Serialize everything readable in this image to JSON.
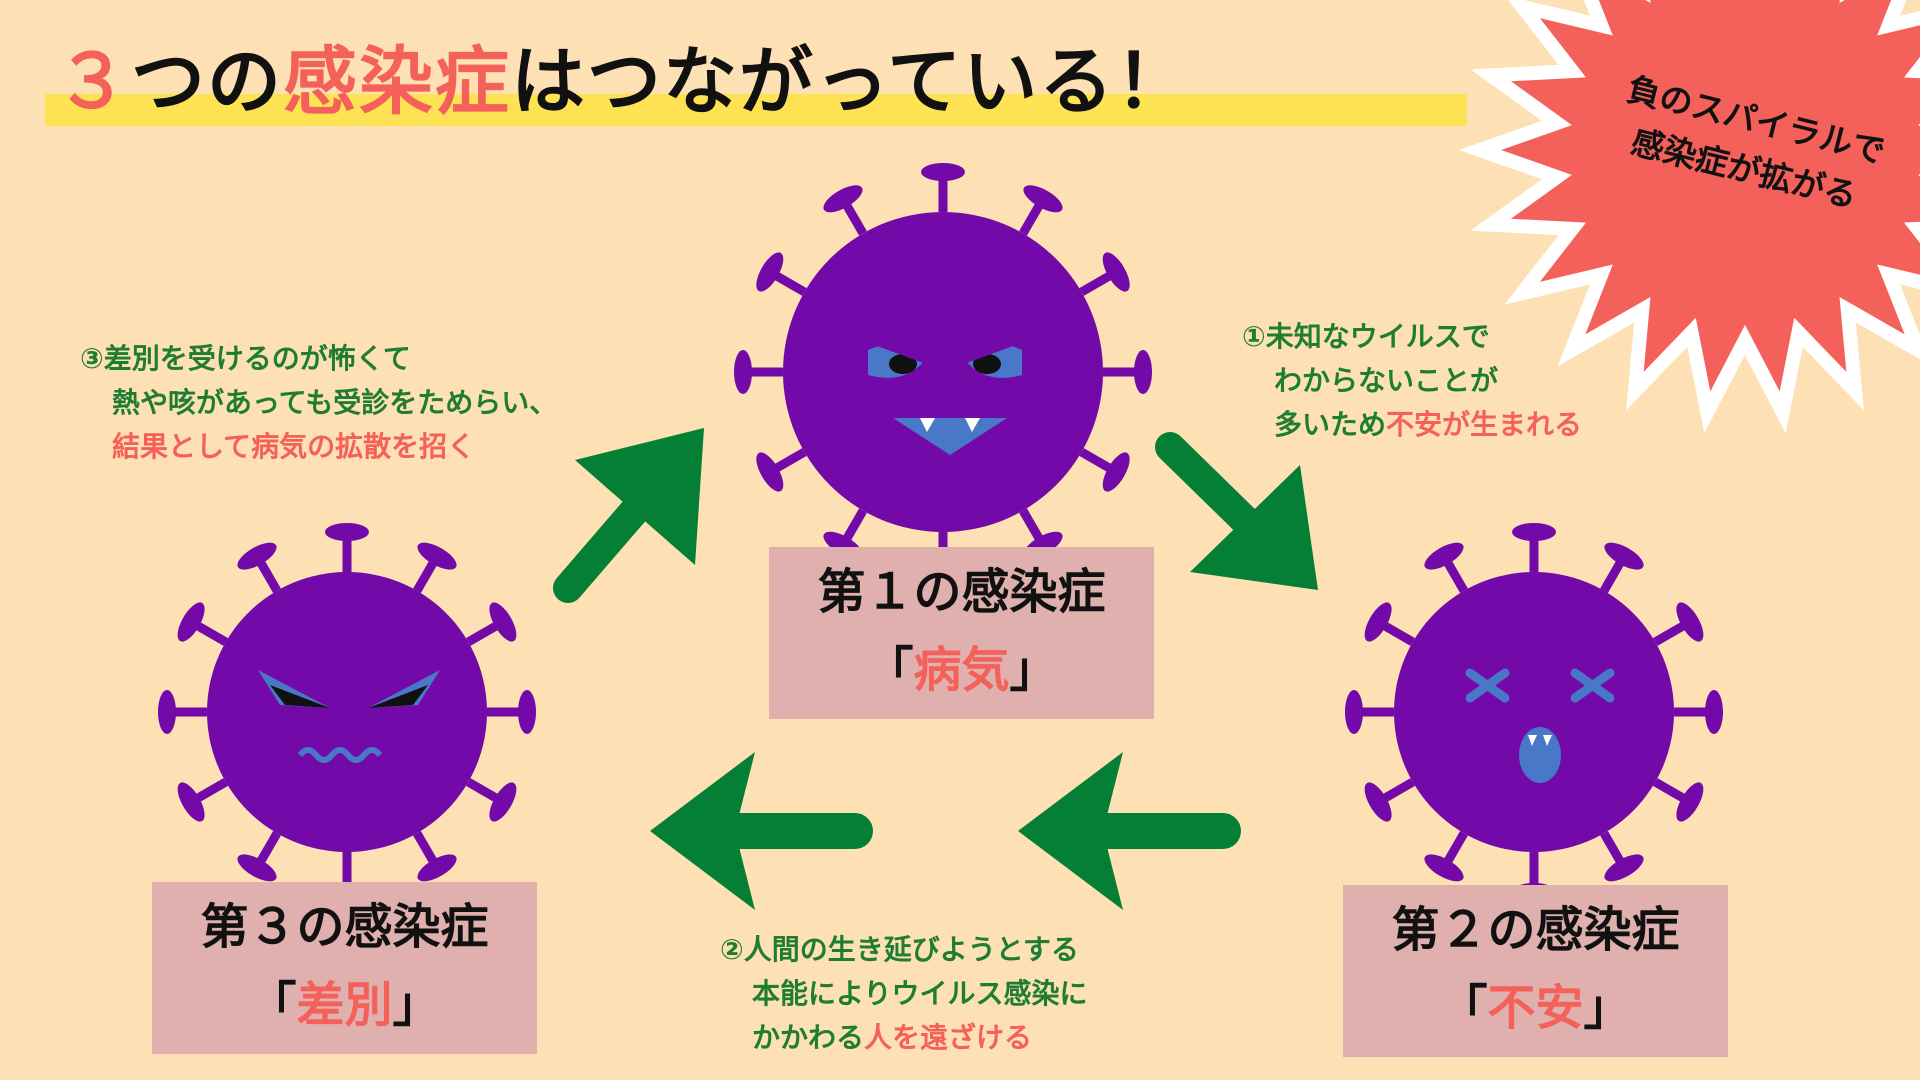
{
  "title": {
    "part1": "３",
    "part2": "つの",
    "part3": "感染症",
    "part4": "はつながっている！"
  },
  "burst": {
    "line1": "負のスパイラルで",
    "line2": "感染症が拡がる"
  },
  "boxes": [
    {
      "label": "第１の感染症",
      "name_open": "「",
      "name": "病気",
      "name_close": "」"
    },
    {
      "label": "第２の感染症",
      "name_open": "「",
      "name": "不安",
      "name_close": "」"
    },
    {
      "label": "第３の感染症",
      "name_open": "「",
      "name": "差別",
      "name_close": "」"
    }
  ],
  "notes": {
    "n1": {
      "l1": "①未知なウイルスで",
      "l2": "わからないことが",
      "l3a": "多いため",
      "l3b": "不安が生まれる"
    },
    "n2": {
      "l1": "②人間の生き延びようとする",
      "l2": "本能によりウイルス感染に",
      "l3a": "かかわる",
      "l3b": "人を遠ざける"
    },
    "n3": {
      "l1": "③差別を受けるのが怖くて",
      "l2": "熱や咳があっても受診をためらい、",
      "l3": "結果として病気の拡散を招く"
    }
  },
  "colors": {
    "bg": "#fde0b3",
    "virus": "#7209a8",
    "eye": "#4a78c8",
    "arrow": "#047f35",
    "accent": "#f4605a",
    "box": "#dfb0ad",
    "highlight": "#fde354"
  }
}
